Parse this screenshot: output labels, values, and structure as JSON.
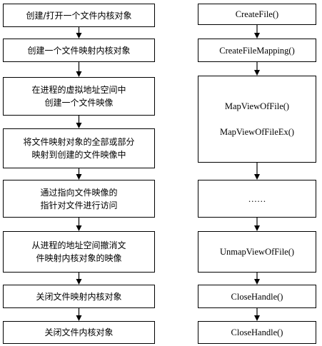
{
  "left_steps": [
    {
      "lines": [
        "创建/打开一个文件内核对象"
      ]
    },
    {
      "lines": [
        "创建一个文件映射内核对象"
      ]
    },
    {
      "lines": [
        "在进程的虚拟地址空间中",
        "创建一个文件映像"
      ]
    },
    {
      "lines": [
        "将文件映射对象的全部或部分",
        "映射到创建的文件映像中"
      ]
    },
    {
      "lines": [
        "通过指向文件映像的",
        "指针对文件进行访问"
      ]
    },
    {
      "lines": [
        "从进程的地址空间撤消文",
        "件映射内核对象的映像"
      ]
    },
    {
      "lines": [
        "关闭文件映射内核对象"
      ]
    },
    {
      "lines": [
        "关闭文件内核对象"
      ]
    }
  ],
  "right_steps": [
    {
      "lines": [
        "CreateFile()"
      ]
    },
    {
      "lines": [
        "CreateFileMapping()"
      ]
    },
    {
      "lines": [
        "MapViewOfFile()",
        "",
        "MapViewOfFileEx()"
      ]
    },
    {
      "lines": [
        "……"
      ]
    },
    {
      "lines": [
        "UnmapViewOfFile()"
      ]
    },
    {
      "lines": [
        "CloseHandle()"
      ]
    },
    {
      "lines": [
        "CloseHandle()"
      ]
    }
  ],
  "colors": {
    "line": "#000000",
    "background": "#ffffff"
  }
}
